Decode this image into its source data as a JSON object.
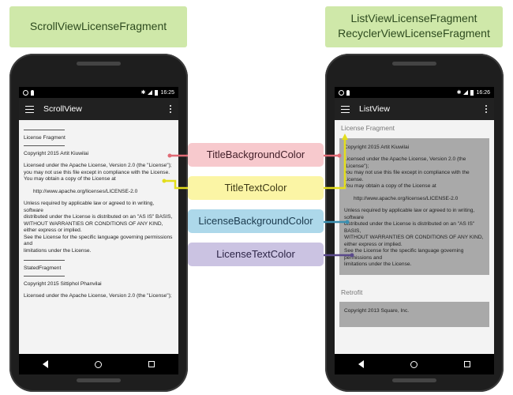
{
  "labels": {
    "left_title": "ScrollViewLicenseFragment",
    "right_title_line1": "ListViewLicenseFragment",
    "right_title_line2": "RecyclerViewLicenseFragment",
    "title_background_color": "TitleBackgroundColor",
    "title_text_color": "TitleTextColor",
    "license_background_color": "LicenseBackgroundColor",
    "license_text_color": "LicenseTextColor"
  },
  "left_phone": {
    "status_time": "16:25",
    "toolbar_title": "ScrollView",
    "section1_title": "License Fragment",
    "section1_copyright": "Copyright 2015 Artit Kiuwilai",
    "license_para1": "Licensed under the Apache License, Version 2.0 (the \"License\");\nyou may not use this file except in compliance with the License.\nYou may obtain a copy of the License at",
    "license_url": "http://www.apache.org/licenses/LICENSE-2.0",
    "license_para2": "Unless required by applicable law or agreed to in writing, software\ndistributed under the License is distributed on an \"AS IS\" BASIS,\nWITHOUT WARRANTIES OR CONDITIONS OF ANY KIND, either express or implied.\nSee the License for the specific language governing permissions and\nlimitations under the License.",
    "section2_title": "StatedFragment",
    "section2_copyright": "Copyright 2015 Sittiphol Phanvilai",
    "section2_para": "Licensed under the Apache License, Version 2.0 (the \"License\");"
  },
  "right_phone": {
    "status_time": "16:26",
    "toolbar_title": "ListView",
    "item1_title": "License Fragment",
    "item1_copyright": "Copyright 2015 Artit Kiuwilai",
    "license_para1": "Licensed under the Apache License, Version 2.0 (the \"License\");\nyou may not use this file except in compliance with the License.\nYou may obtain a copy of the License at",
    "license_url": "http://www.apache.org/licenses/LICENSE-2.0",
    "license_para2": "Unless required by applicable law or agreed to in writing, software\ndistributed under the License is distributed on an \"AS IS\" BASIS,\nWITHOUT WARRANTIES OR CONDITIONS OF ANY KIND, either express or implied.\nSee the License for the specific language governing permissions and\nlimitations under the License.",
    "item2_title": "Retrofit",
    "item2_copyright": "Copyright 2013 Square, Inc."
  },
  "colors": {
    "label_green": "#cfe8a9",
    "title_background": "#f7c9cd",
    "title_text": "#fbf5a5",
    "license_background": "#add8ea",
    "license_text": "#cbc3e2",
    "connector_red": "#e06a75",
    "connector_yellow": "#e3de1c",
    "connector_blue": "#3b8fb0",
    "connector_purple": "#5b4a8c"
  },
  "icons": [
    "menu-icon",
    "overflow-menu-icon",
    "bluetooth-icon",
    "battery-icon",
    "signal-icon",
    "back-icon",
    "home-icon",
    "recents-icon"
  ]
}
